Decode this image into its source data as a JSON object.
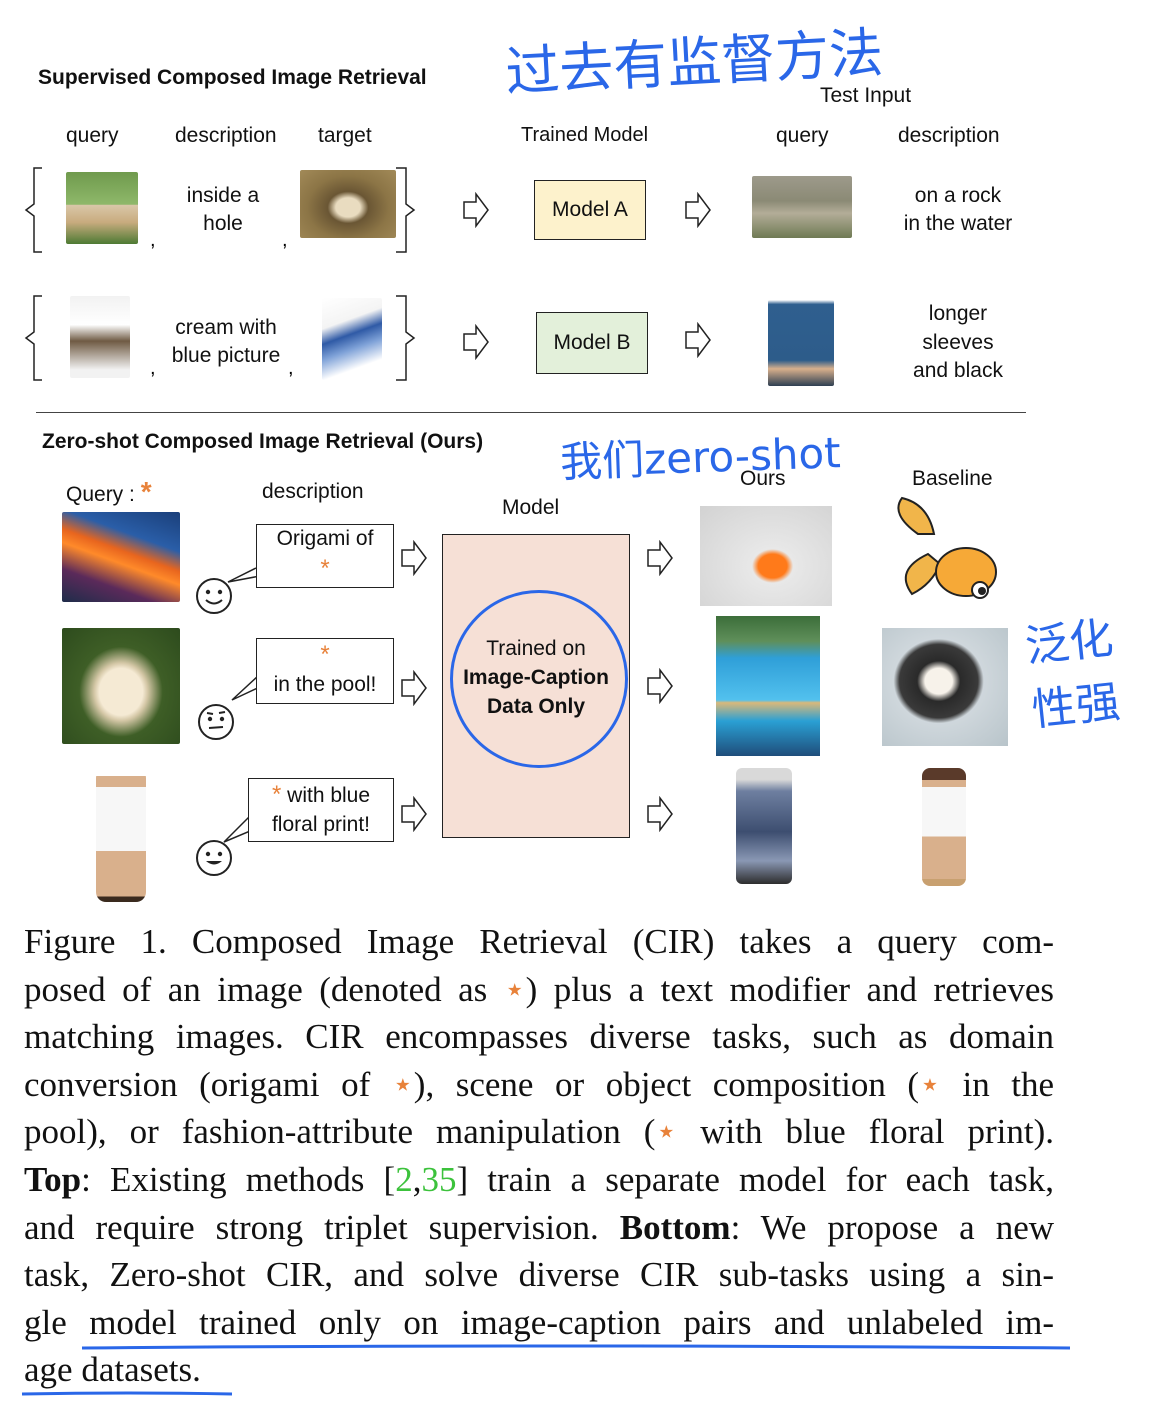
{
  "top": {
    "title": "Supervised Composed Image Retrieval",
    "test_input": "Test Input",
    "col_query": "query",
    "col_description": "description",
    "col_target": "target",
    "col_trained_model": "Trained Model",
    "col_test_query": "query",
    "col_test_description": "description",
    "row1": {
      "description_line1": "inside a",
      "description_line2": "hole",
      "model": "Model A",
      "test_line1": "on a rock",
      "test_line2": "in the water"
    },
    "row2": {
      "description_line1": "cream with",
      "description_line2": "blue picture",
      "model": "Model B",
      "test_line1": "longer",
      "test_line2": "sleeves",
      "test_line3": "and black"
    }
  },
  "bottom": {
    "title": "Zero-shot Composed Image Retrieval (Ours)",
    "query_label": "Query : ",
    "star": "*",
    "description_label": "description",
    "model_label": "Model",
    "ours_label": "Ours",
    "baseline_label": "Baseline",
    "bubble1_line1": "Origami of",
    "bubble2_line2": "in the pool!",
    "bubble3_line1": " with blue",
    "bubble3_line2": "floral print!",
    "trained_line1": "Trained on",
    "trained_line2": "Image-Caption",
    "trained_line3": "Data Only"
  },
  "caption": {
    "l1": "Figure 1.  Composed Image Retrieval (CIR) takes a query com-",
    "l2a": "posed of an image (denoted as ",
    "l2b": ") plus a text modifier and retrieves",
    "l3": "matching images. CIR encompasses diverse tasks, such as domain",
    "l4a": "conversion (origami of ",
    "l4b": "), scene or object composition (",
    "l4c": " in the",
    "l5a": "pool), or fashion-attribute manipulation (",
    "l5b": " with blue floral print).",
    "l6_bold": "Top",
    "l6a": ": Existing methods [",
    "cite1": "2",
    "comma": ",",
    "cite2": "35",
    "l6b": "] train a separate model for each task,",
    "l7a": "and require strong triplet supervision. ",
    "l7_bold": "Bottom",
    "l7b": ": We propose a new",
    "l8": "task, Zero-shot CIR, and solve diverse CIR sub-tasks using a sin-",
    "l9": "gle model trained only on image-caption pairs and unlabeled im-",
    "l10": "age datasets.",
    "star_glyph": "⋆"
  },
  "handwriting": {
    "note_top": "过去有监督方法",
    "note_middle": "我们zero-shot",
    "note_right": "泛化性强"
  },
  "colors": {
    "model_a_fill": "#fdf2cc",
    "model_b_fill": "#e3f0da",
    "model_big_fill": "#f6e0d6",
    "ink_blue": "#2a67e8",
    "star_orange": "#e8823a",
    "citation_green": "#3cc23c"
  }
}
